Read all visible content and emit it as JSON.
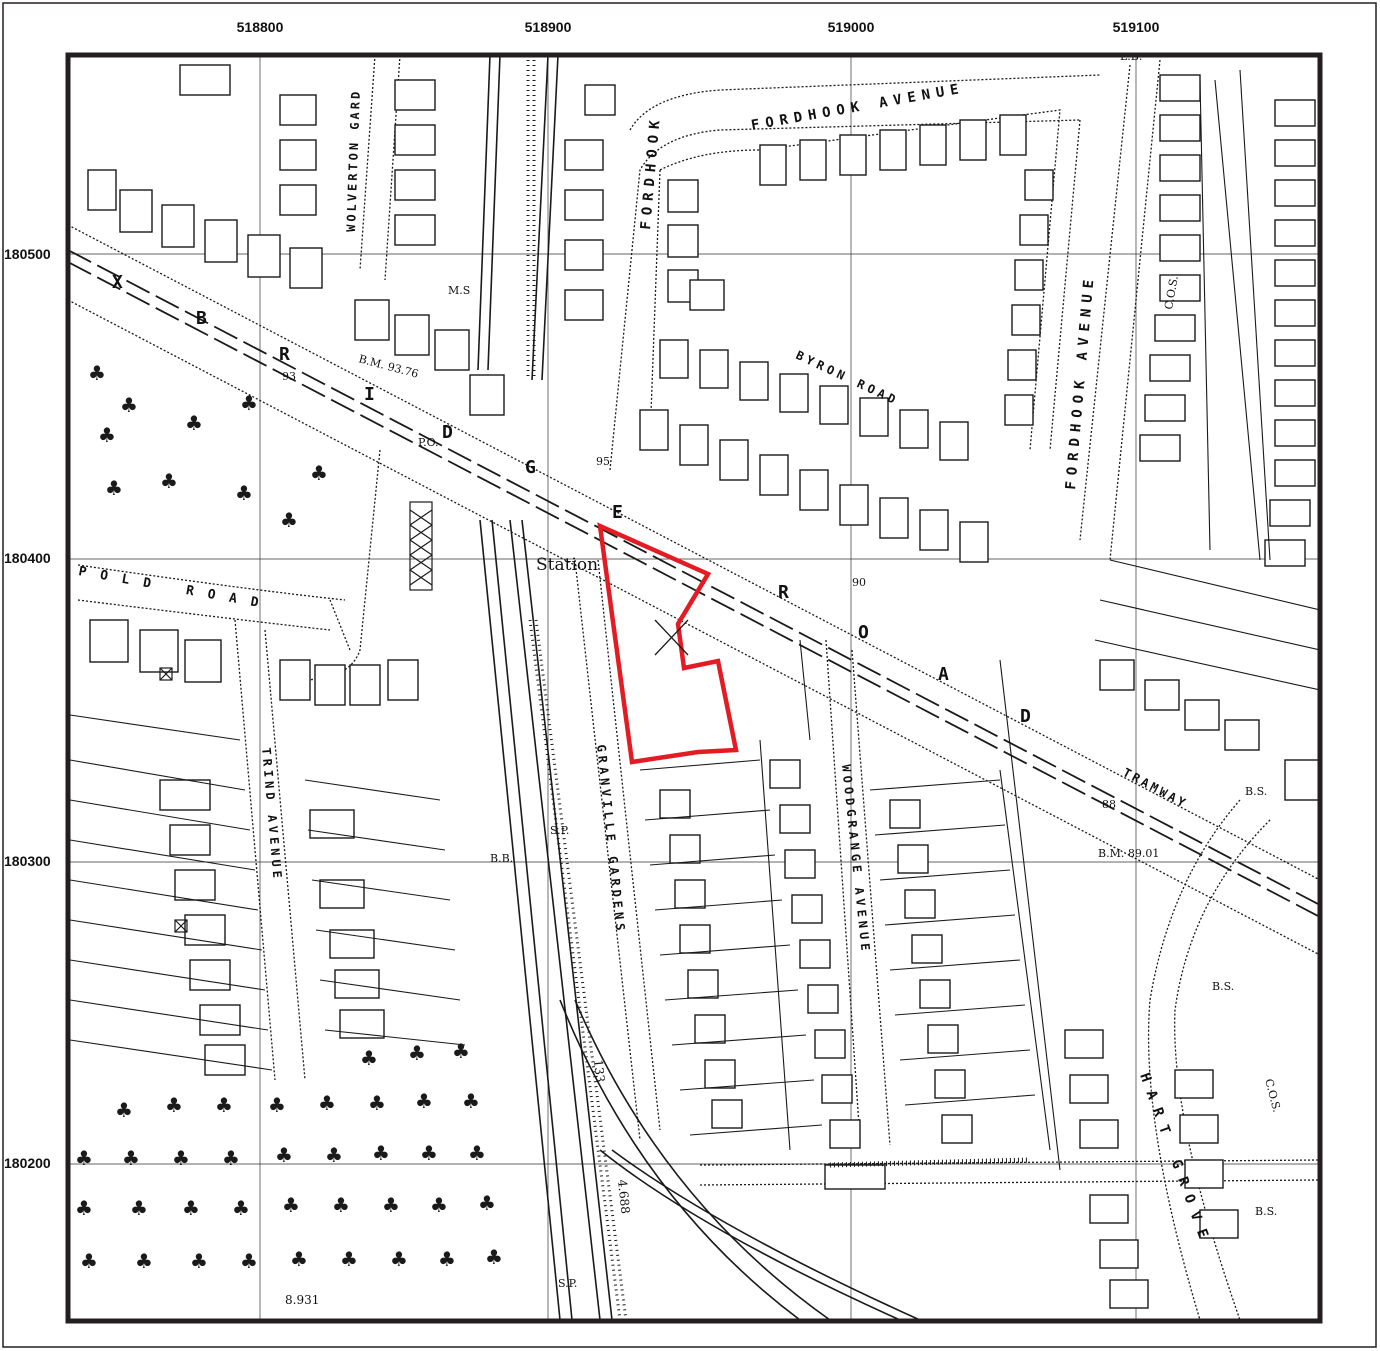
{
  "map": {
    "eastings": [
      "518800",
      "518900",
      "519000",
      "519100"
    ],
    "northings": [
      "180500",
      "180400",
      "180300",
      "180200"
    ],
    "streets": {
      "fordhook_avenue_top": "FORDHOOK AVENUE",
      "fordhook_avenue_vertical_left": "FORDHOOK",
      "fordhook_avenue_vertical_right": "FORDHOOK AVENUE",
      "wolverton": "WOLVERTON GARD",
      "byron_road": "BYRON ROAD",
      "uxbridge_road_letters": [
        "X",
        "B",
        "R",
        "I",
        "D",
        "G",
        "E",
        "R",
        "O",
        "A",
        "D"
      ],
      "tramway": "TRAMWAY",
      "pold_road": "POLD ROAD",
      "trind_avenue": "TRIND AVENUE",
      "granville_gardens": "GRANVILLE GARDENS",
      "woodgrange_avenue": "WOODGRANGE AVENUE",
      "hart_grove": "HART GROVE"
    },
    "labels": {
      "station": "Station",
      "bm_1": "B.M. 93.76",
      "bm_2": "B.M. 89.01",
      "po": "P.O.",
      "lb": "L.B.",
      "bs_1": "B.S.",
      "bs_2": "B.S.",
      "bs_3": "B.S.",
      "bb": "B.B.",
      "sp_1": "S.P.",
      "sp_2": "S.P.",
      "cos_1": "C.O.S.",
      "cos_2": "C.O.S.",
      "spot_95": "95",
      "spot_90": "90",
      "spot_93": "93",
      "spot_88": "88",
      "area_1": "8.931",
      "area_2": "4.688",
      "parcel_133": "133",
      "ms": "M.S"
    },
    "colors": {
      "site_boundary": "#e31b23",
      "frame": "#231f20",
      "map_ink": "#1a1a1a"
    },
    "icons": [
      "tree-icon",
      "site-centre-cross-icon"
    ]
  }
}
